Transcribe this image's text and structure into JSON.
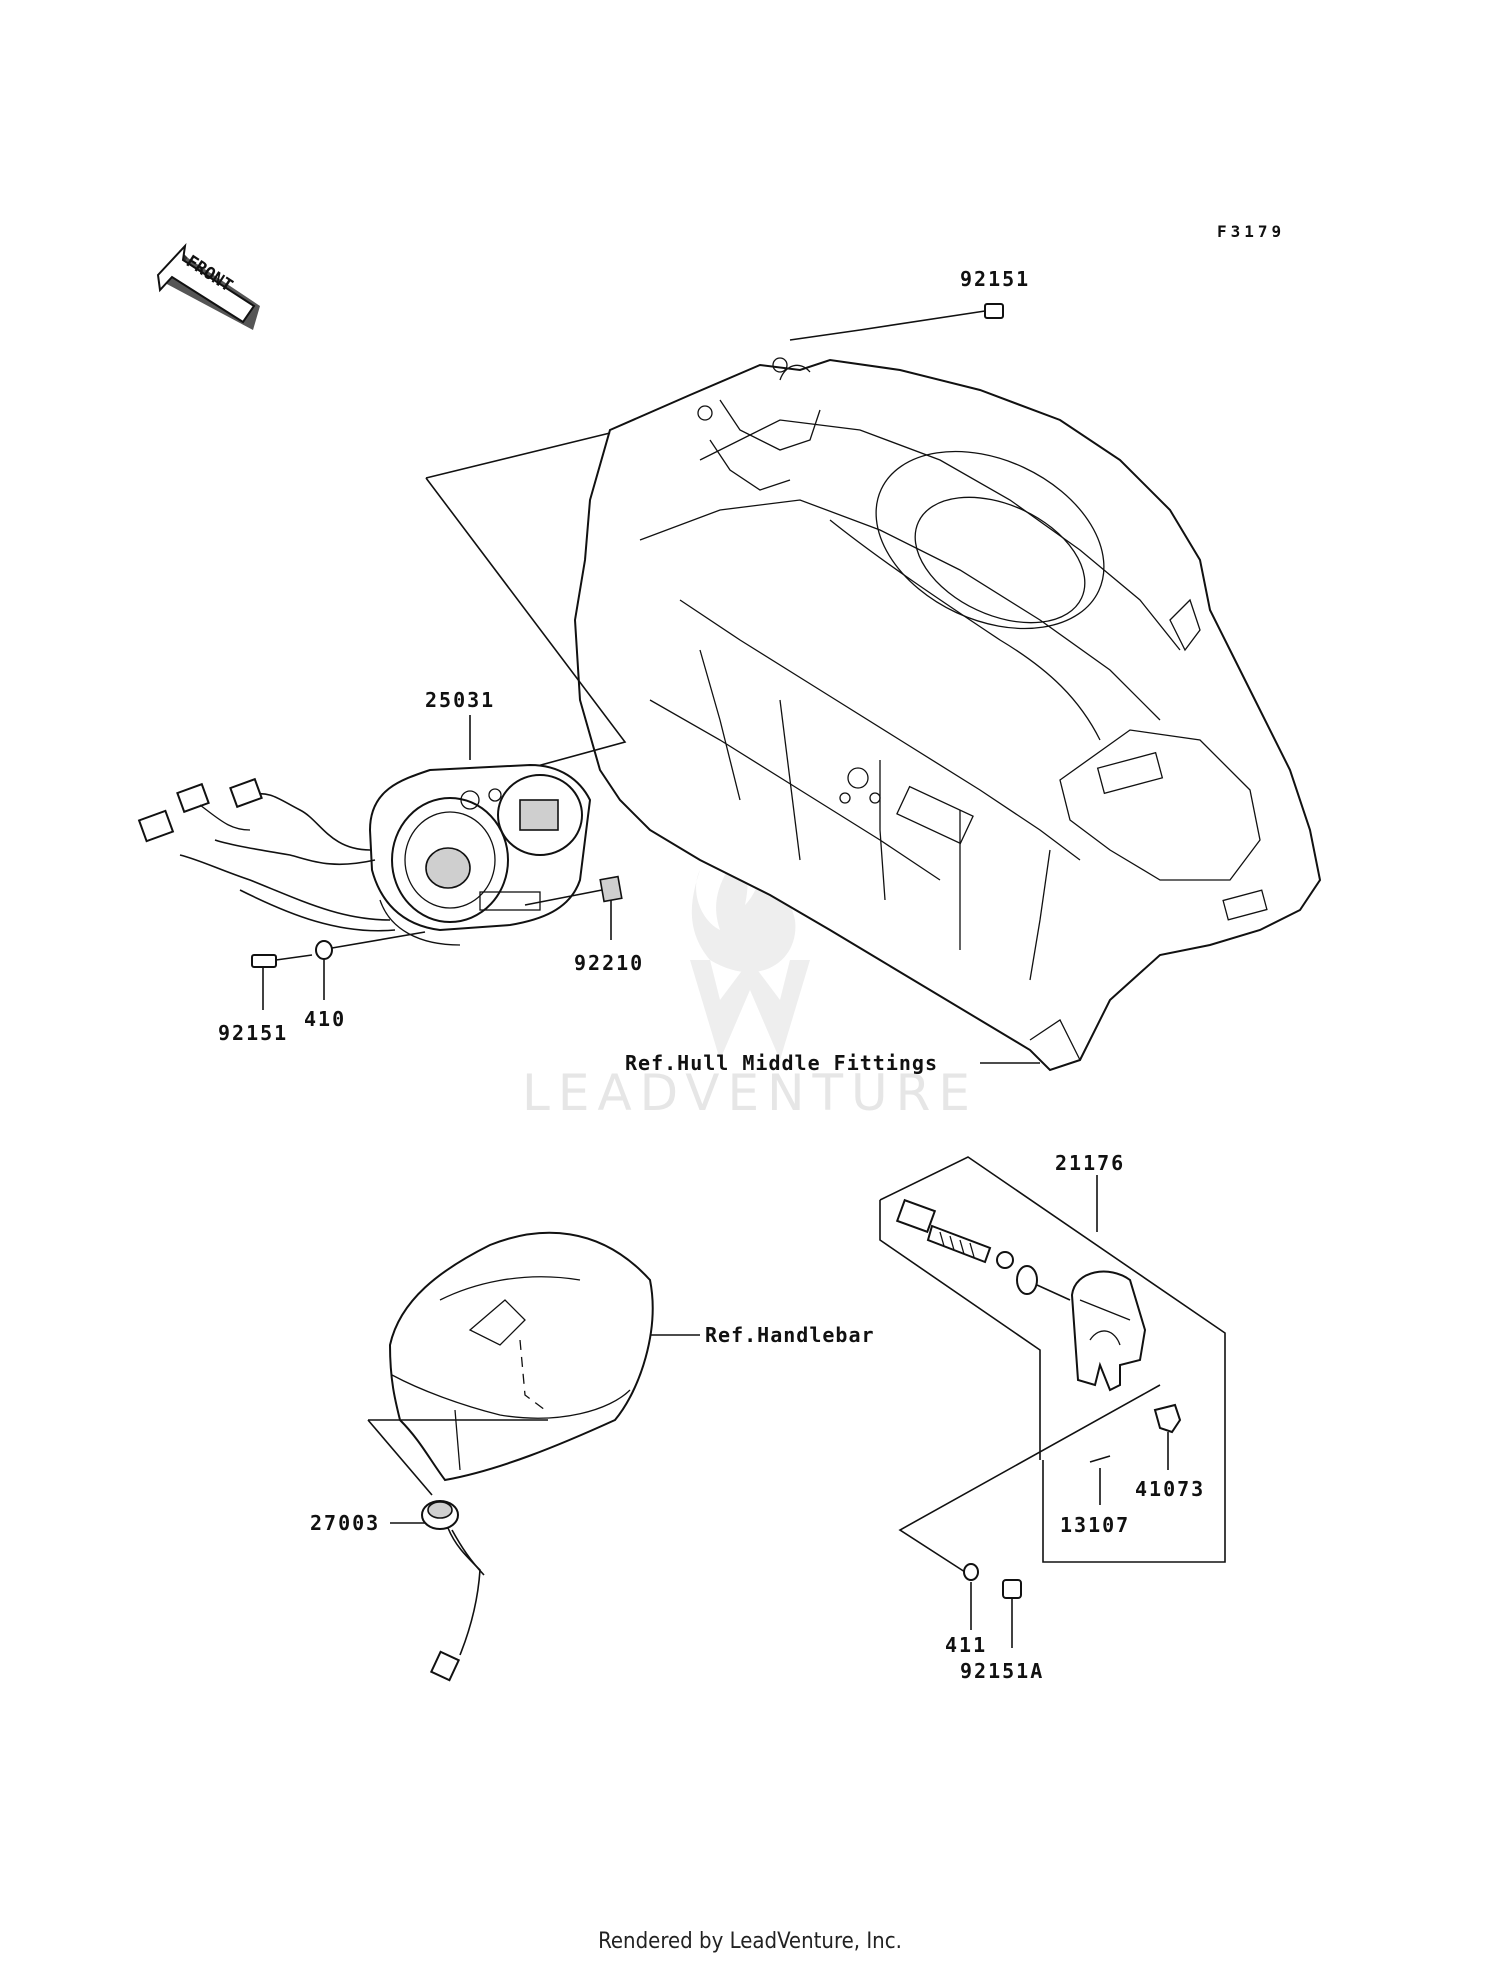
{
  "figure_code": "F3179",
  "front_arrow_label": "FRONT",
  "watermark": "LEADVENTURE",
  "footer": "Rendered by LeadVenture, Inc.",
  "part_labels": {
    "bolt_top": "92151",
    "meter_assembly": "25031",
    "grommet": "92210",
    "bolt_left": "92151",
    "washer_410": "410",
    "switch_assembly": "21176",
    "switch_button": "27003",
    "pin": "13107",
    "clip": "41073",
    "washer_411": "411",
    "bolt_a": "92151A"
  },
  "references": {
    "hull": "Ref.Hull Middle Fittings",
    "handlebar": "Ref.Handlebar"
  }
}
